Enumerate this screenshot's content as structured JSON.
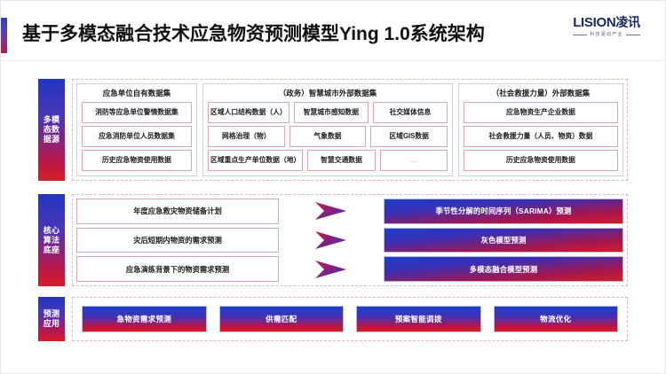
{
  "header": {
    "title": "基于多模态融合技术应急物资预测模型Ying 1.0系统架构",
    "logo_main": "LISION",
    "logo_cn": "凌讯",
    "logo_tagline": "科技驱动产业"
  },
  "colors": {
    "accent_blue": "#2336c0",
    "accent_red": "#d41f26",
    "group_border": "#c9d4ea",
    "cell_border": "#d9a8b2",
    "panel_border": "#e3b6bd",
    "logo_navy": "#1b2a5e"
  },
  "layers": [
    {
      "id": "datasources",
      "label": "多模态数据源",
      "label_lines": [
        "多模",
        "态数",
        "据源"
      ],
      "groups": [
        {
          "id": "own",
          "title": "应急单位自有数据集",
          "rows": [
            [
              "消防等应急单位警情数据集"
            ],
            [
              "应急消防单位人员数据集"
            ],
            [
              "历史应急物资使用数据"
            ]
          ]
        },
        {
          "id": "gov",
          "title": "（政务）智慧城市外部数据集",
          "rows": [
            [
              "区域人口结构数据（人）",
              "智慧城市感知数据",
              "社交媒体信息"
            ],
            [
              "网格治理（物）",
              "气象数据",
              "区域GIS数据"
            ],
            [
              "区域重点生产单位数据（地）",
              "智慧交通数据",
              "…"
            ]
          ]
        },
        {
          "id": "social",
          "title": "（社会救援力量）外部数据集",
          "rows": [
            [
              "应急物资生产企业数据"
            ],
            [
              "社会救援力量（人员、物资）数据"
            ],
            [
              "历史应急物资使用数据"
            ]
          ]
        }
      ]
    },
    {
      "id": "core",
      "label": "核心算法底座",
      "label_lines": [
        "核心",
        "算法",
        "底座"
      ],
      "scenarios": [
        "年度应急救灾物资储备计划",
        "灾后短期内物资的需求预测",
        "应急演练背景下的物资需求预测"
      ],
      "models": [
        "季节性分解的时间序列（SARIMA）预测",
        "灰色模型预测",
        "多模态融合模型预测"
      ],
      "arrow_count": 3
    },
    {
      "id": "apps",
      "label": "预测应用",
      "label_lines": [
        "预测",
        "应用"
      ],
      "apps": [
        "急物资需求预测",
        "供需匹配",
        "预案智能调拨",
        "物流优化"
      ]
    }
  ]
}
